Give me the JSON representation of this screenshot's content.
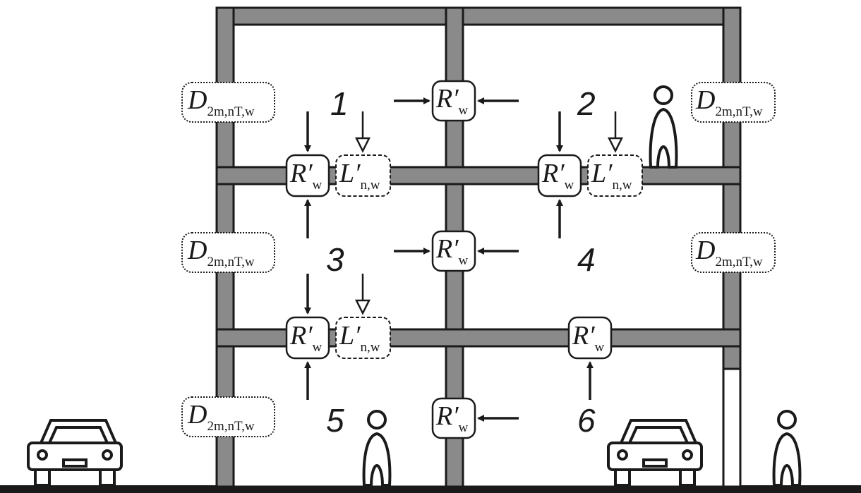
{
  "rooms": [
    {
      "id": "1",
      "label": "1"
    },
    {
      "id": "2",
      "label": "2"
    },
    {
      "id": "3",
      "label": "3"
    },
    {
      "id": "4",
      "label": "4"
    },
    {
      "id": "5",
      "label": "5"
    },
    {
      "id": "6",
      "label": "6"
    }
  ],
  "labels": {
    "facade": {
      "main": "D",
      "sub": "2m,nT,w"
    },
    "airborne": {
      "main": "R′",
      "sub": "w"
    },
    "impact": {
      "main": "L′",
      "sub": "n,w"
    }
  },
  "colors": {
    "wall_fill": "#8a8a8a",
    "outline": "#1a1a1a",
    "background": "#ffffff"
  }
}
